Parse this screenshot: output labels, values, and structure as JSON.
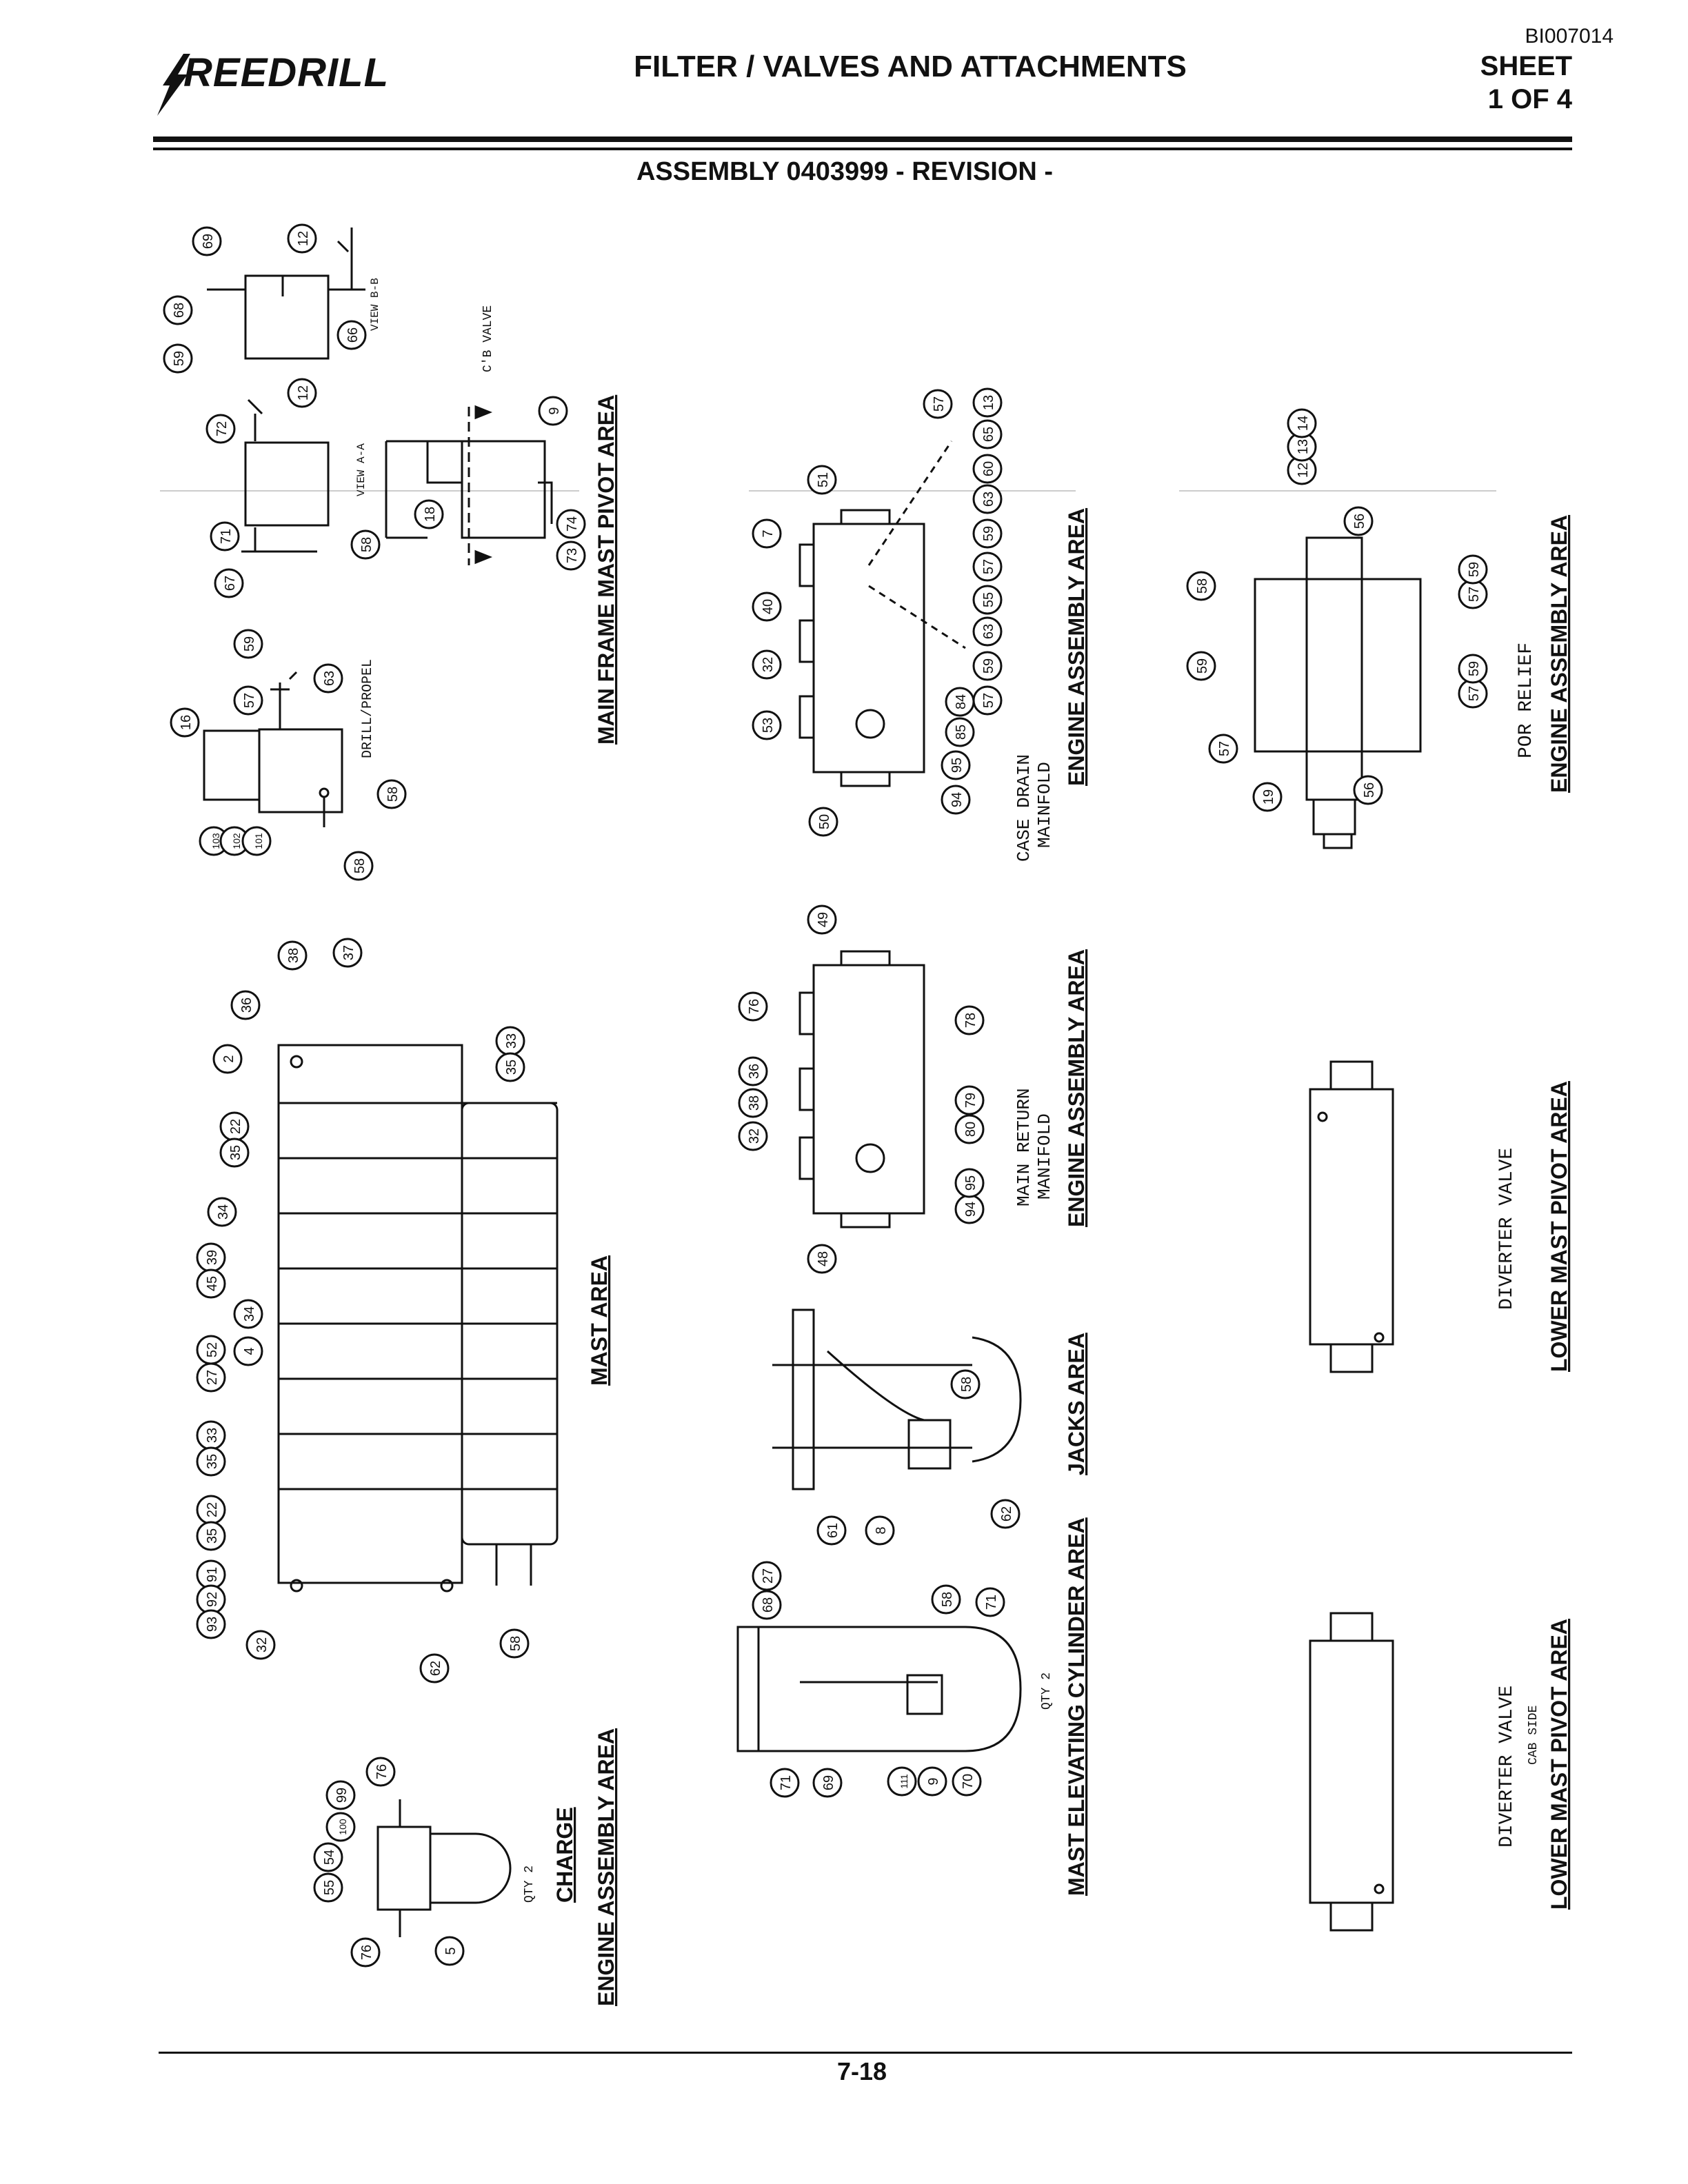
{
  "header": {
    "brand": "REEDRILL",
    "title": "FILTER / VALVES AND ATTACHMENTS",
    "doc_number": "BI007014",
    "sheet_label": "SHEET",
    "sheet_of": "1 OF 4",
    "assembly": "ASSEMBLY 0403999 - REVISION -"
  },
  "footer": {
    "page": "7-18"
  },
  "sections": {
    "main_frame_mast_pivot": "MAIN FRAME MAST PIVOT AREA",
    "mast": "MAST AREA",
    "charge_title": "CHARGE",
    "charge_area": "ENGINE ASSEMBLY AREA",
    "qty2": "QTY 2",
    "case_drain_title": "CASE DRAIN",
    "case_drain_sub": "MAINFOLD",
    "engine_area": "ENGINE ASSEMBLY AREA",
    "main_return_title": "MAIN RETURN",
    "main_return_sub": "MANIFOLD",
    "jacks": "JACKS AREA",
    "mast_elevating": "MAST ELEVATING CYLINDER AREA",
    "por_relief": "POR RELIEF",
    "diverter": "DIVERTER VALVE",
    "lower_mast_pivot": "LOWER MAST PIVOT AREA",
    "cab_side": "CAB SIDE",
    "drill_propel": "DRILL/PROPEL",
    "cb_valve": "C'B VALVE",
    "view_aa": "VIEW A-A",
    "view_bb": "VIEW B-B"
  },
  "callouts": {
    "drill_propel": [
      "16",
      "57",
      "59",
      "63",
      "58",
      "103",
      "102",
      "101",
      "58"
    ],
    "view_aa": [
      "72",
      "12",
      "71",
      "67",
      "58",
      "18",
      "9",
      "73",
      "74"
    ],
    "view_bb": [
      "69",
      "68",
      "59",
      "12",
      "66"
    ],
    "mast": [
      "2",
      "36",
      "38",
      "37",
      "33",
      "35",
      "22",
      "35",
      "34",
      "39",
      "45",
      "34",
      "4",
      "27",
      "52",
      "33",
      "35",
      "22",
      "35",
      "91",
      "92",
      "93",
      "32",
      "62",
      "58"
    ],
    "charge": [
      "76",
      "99",
      "100",
      "54",
      "55",
      "76",
      "5"
    ],
    "case_drain": [
      "51",
      "57",
      "13",
      "7",
      "40",
      "32",
      "53",
      "50",
      "94",
      "95",
      "84",
      "85"
    ],
    "case_drain_right": [
      "65",
      "60",
      "63",
      "59",
      "57",
      "55",
      "63",
      "59",
      "57"
    ],
    "main_return": [
      "49",
      "76",
      "36",
      "38",
      "32",
      "78",
      "79",
      "80",
      "48",
      "94",
      "95"
    ],
    "jacks": [
      "58",
      "61",
      "8",
      "62"
    ],
    "mast_elev": [
      "27",
      "68",
      "58",
      "71",
      "71",
      "69",
      "111",
      "9",
      "70"
    ],
    "por_relief": [
      "12",
      "13",
      "14",
      "56",
      "58",
      "59",
      "57",
      "57",
      "59",
      "57",
      "59",
      "19",
      "56"
    ]
  }
}
